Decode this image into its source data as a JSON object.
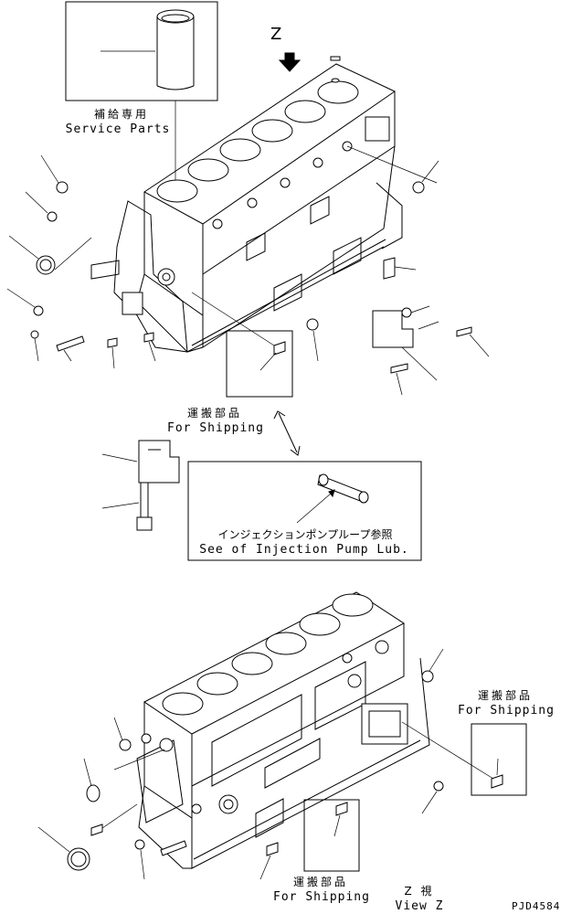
{
  "title_letter": "Z",
  "service_parts": {
    "jp": "補給専用",
    "en": "Service Parts"
  },
  "for_shipping_top": {
    "jp": "運搬部品",
    "en": "For Shipping"
  },
  "injection_note": {
    "jp": "インジェクションポンプループ参照",
    "en": "See of Injection Pump Lub."
  },
  "for_shipping_right": {
    "jp": "運搬部品",
    "en": "For Shipping"
  },
  "for_shipping_bottom": {
    "jp": "運搬部品",
    "en": "For Shipping"
  },
  "view_z": {
    "jp": "Z 視",
    "en": "View Z"
  },
  "drawing_code": "PJD4584"
}
